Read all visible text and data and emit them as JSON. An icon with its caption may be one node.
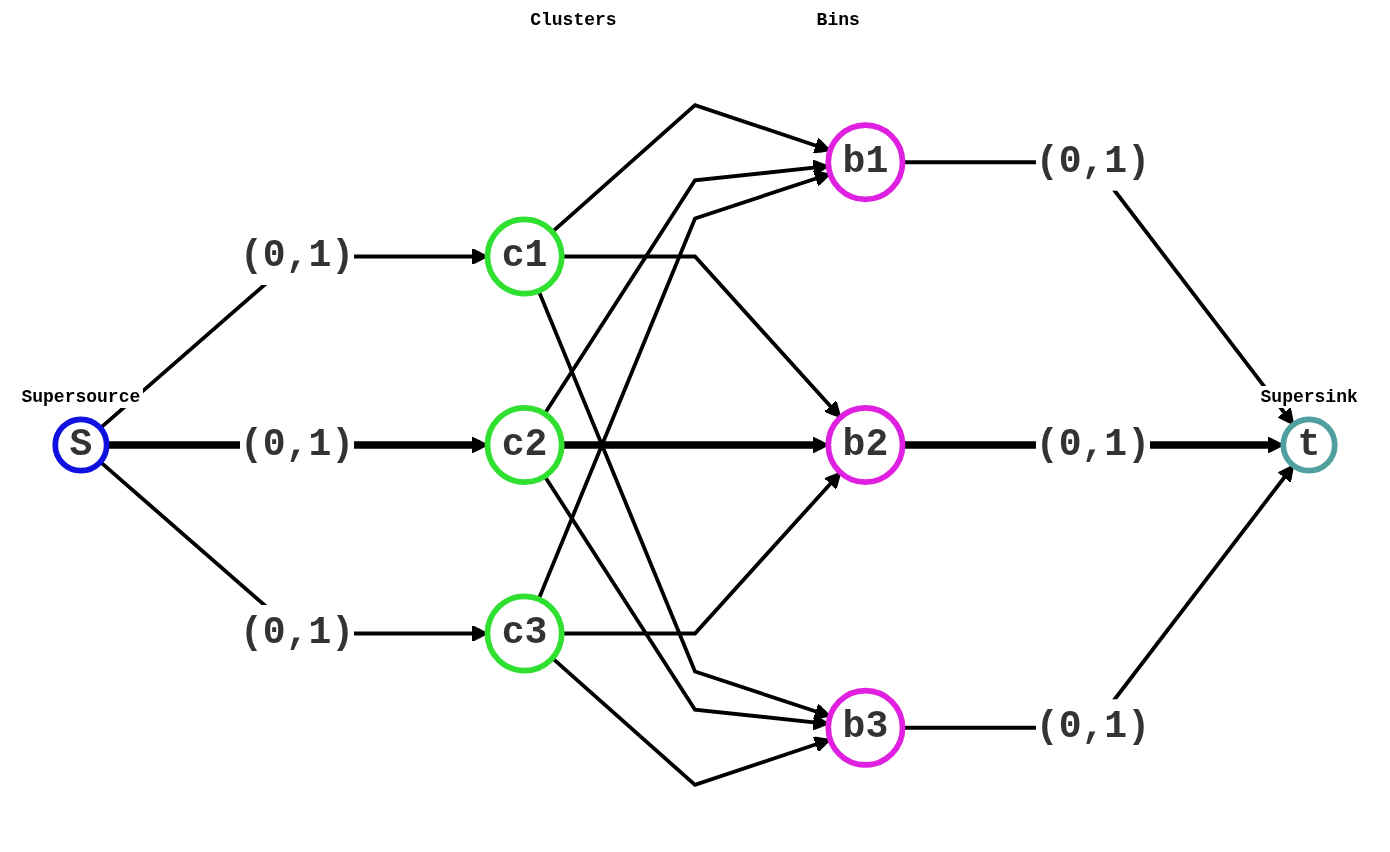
{
  "diagram": {
    "nodes": [
      {
        "text": [
          "S"
        ],
        "beside": [
          "Supersource"
        ]
      },
      {
        "text": [
          "c1"
        ]
      },
      {
        "text": [
          "c2"
        ]
      },
      {
        "text": [
          "c3"
        ]
      },
      {
        "text": [
          "b1"
        ]
      },
      {
        "text": [
          "b2"
        ]
      },
      {
        "text": [
          "b3"
        ]
      },
      {
        "text": [
          "t"
        ],
        "beside": [
          "Supersink"
        ]
      }
    ],
    "edges": [
      {
        "from": 0,
        "to": 1,
        "arrow": "to",
        "label": "(0,1)"
      },
      {
        "from": 0,
        "to": 2,
        "arrow": "to",
        "label": "(0,1)",
        "style": "thick"
      },
      {
        "from": 0,
        "to": 3,
        "arrow": "to",
        "label": "(0,1)"
      },
      {
        "from": 1,
        "to": 4,
        "arrow": "to"
      },
      {
        "from": 1,
        "to": 5,
        "arrow": "to"
      },
      {
        "from": 1,
        "to": 6,
        "arrow": "to"
      },
      {
        "from": 2,
        "to": 4,
        "arrow": "to"
      },
      {
        "from": 2,
        "to": 5,
        "arrow": "to",
        "style": "thick"
      },
      {
        "from": 2,
        "to": 6,
        "arrow": "to"
      },
      {
        "from": 3,
        "to": 4,
        "arrow": "to"
      },
      {
        "from": 3,
        "to": 5,
        "arrow": "to"
      },
      {
        "from": 3,
        "to": 6,
        "arrow": "to"
      },
      {
        "from": 4,
        "to": 7,
        "arrow": "to",
        "label": "(0,1)"
      },
      {
        "from": 5,
        "to": 7,
        "arrow": "to",
        "label": "(0,1)",
        "style": "thick"
      },
      {
        "from": 6,
        "to": 7,
        "arrow": "to",
        "label": "(0,1)"
      }
    ],
    "labels": [
      "Clusters",
      "Bins"
    ]
  }
}
